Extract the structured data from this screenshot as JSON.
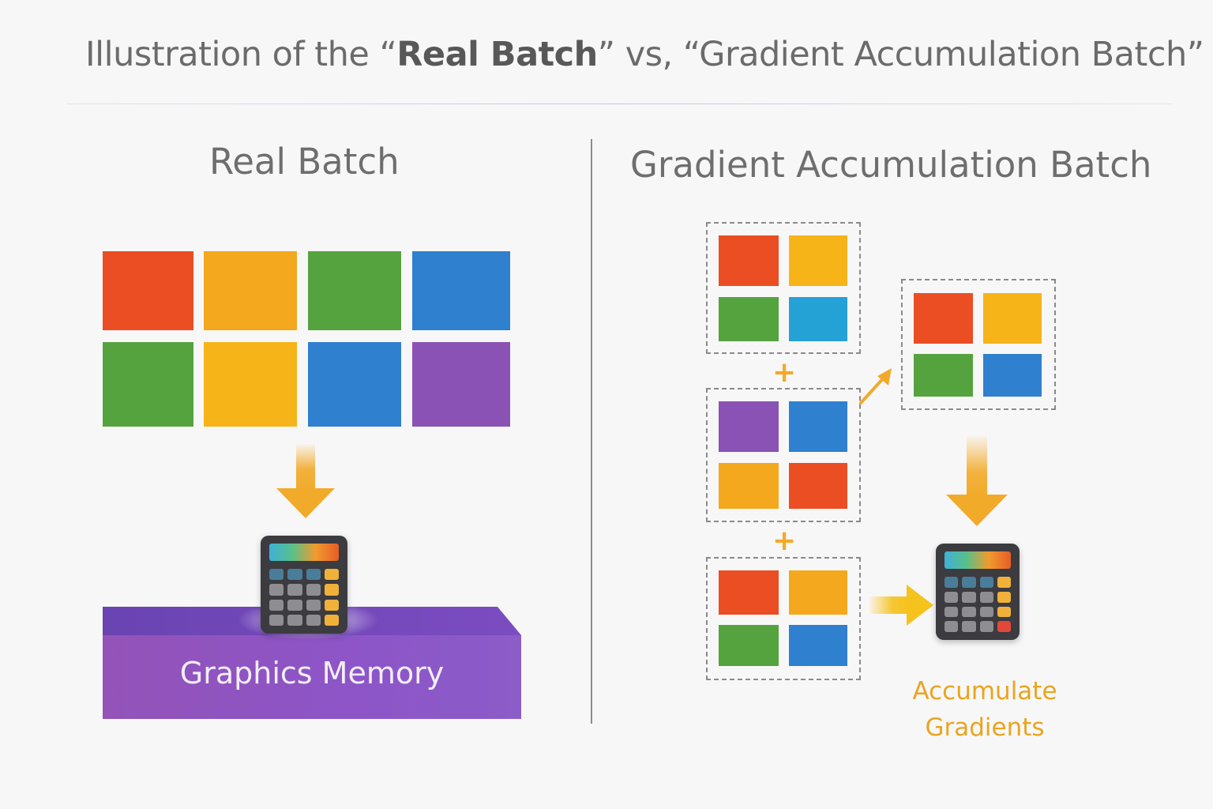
{
  "title": {
    "prefix": "Illustration of the “",
    "emphasis": "Real Batch",
    "suffix": "” vs, “Gradient Accumulation Batch”"
  },
  "sections": {
    "real_batch": {
      "heading": "Real Batch",
      "memory_label": "Graphics Memory"
    },
    "gradient_accumulation": {
      "heading": "Gradient Accumulation Batch",
      "accumulate_label_line1": "Accumulate",
      "accumulate_label_line2": "Gradients"
    }
  },
  "colors": {
    "red": "#ea4e22",
    "orange": "#f3a81d",
    "green": "#55a33e",
    "blue": "#2f80cf",
    "cyan": "#24a1d5",
    "yellow": "#f6b418",
    "purple": "#8a52b4",
    "memory_purple": "#8d55c8",
    "arrow": "#f2aa2a",
    "accent_text": "#e9a51f"
  },
  "icons": [
    "down-arrow-icon",
    "calculator-icon",
    "plus-icon",
    "diagonal-arrow-icon",
    "right-arrow-icon"
  ]
}
